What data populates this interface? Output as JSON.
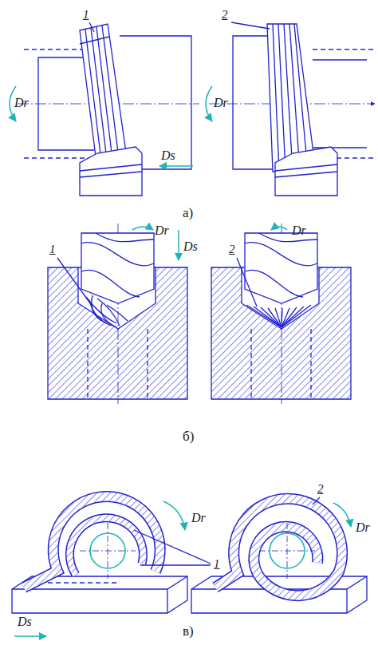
{
  "diagram": {
    "labels": [
      "1",
      "Dr",
      "Ds",
      "2",
      "Dr",
      "а)",
      "Dr",
      "Ds",
      "1",
      "2",
      "Dr",
      "б)",
      "Dr",
      "1",
      "Ds",
      "2",
      "Dr",
      "в)"
    ]
  }
}
